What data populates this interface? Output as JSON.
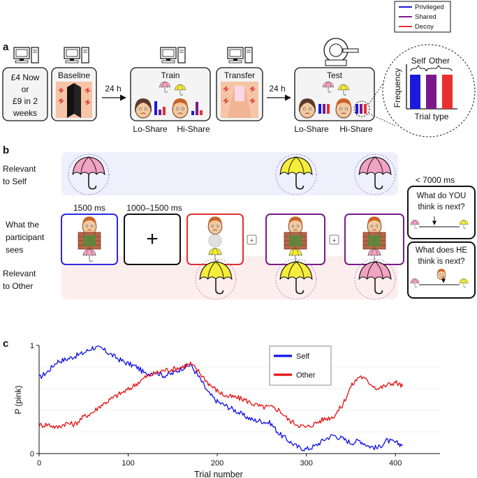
{
  "legend_top": {
    "items": [
      {
        "label": "Privileged",
        "color": "#1a1adc"
      },
      {
        "label": "Shared",
        "color": "#7a1a8a"
      },
      {
        "label": "Decoy",
        "color": "#e83030"
      }
    ]
  },
  "panel_a": {
    "letter": "a",
    "choice_text": [
      "£4 Now",
      "or",
      "£9 in 2",
      "weeks"
    ],
    "baseline": "Baseline",
    "delay1": "24 h",
    "train": "Train",
    "transfer": "Transfer",
    "delay2": "24 h",
    "test": "Test",
    "lo_share_1": "Lo-Share",
    "hi_share_1": "Hi-Share",
    "lo_share_2": "Lo-Share",
    "hi_share_2": "Hi-Share",
    "inset": {
      "ylabel": "Frequency",
      "xlabel": "Trial type",
      "self": "Self",
      "other": "Other"
    }
  },
  "panel_b": {
    "letter": "b",
    "row_self": [
      "Relevant",
      "to Self"
    ],
    "row_sees": [
      "What the",
      "participant",
      "sees"
    ],
    "row_other": [
      "Relevant",
      "to Other"
    ],
    "time1": "1500 ms",
    "time2": "1000–1500 ms",
    "time3": "< 7000 ms",
    "fixation": "+",
    "q_you": [
      "What do YOU",
      "think is next?"
    ],
    "q_he": [
      "What does HE",
      "think is next?"
    ]
  },
  "panel_c": {
    "letter": "c",
    "ylabel": "P (pink)",
    "xlabel": "Trial number",
    "colors": {
      "self": "#1010e8",
      "other": "#e81010"
    }
  },
  "chart_data": {
    "type": "line",
    "xlabel": "Trial number",
    "ylabel": "P (pink)",
    "xlim": [
      0,
      450
    ],
    "ylim": [
      0,
      1
    ],
    "xticks": [
      0,
      100,
      200,
      300,
      400
    ],
    "yticks": [
      0,
      1
    ],
    "legend": "top-center",
    "series": [
      {
        "name": "Self",
        "color": "#1010e8",
        "x": [
          0,
          10,
          20,
          30,
          40,
          50,
          60,
          70,
          80,
          90,
          100,
          110,
          120,
          130,
          140,
          150,
          160,
          170,
          180,
          190,
          200,
          210,
          220,
          230,
          240,
          250,
          260,
          270,
          280,
          290,
          300,
          310,
          320,
          330,
          340,
          350,
          360,
          370,
          380,
          390,
          400,
          408
        ],
        "y": [
          0.7,
          0.76,
          0.85,
          0.87,
          0.9,
          0.93,
          0.98,
          0.97,
          0.92,
          0.87,
          0.83,
          0.8,
          0.73,
          0.76,
          0.72,
          0.74,
          0.79,
          0.82,
          0.7,
          0.56,
          0.48,
          0.44,
          0.4,
          0.35,
          0.31,
          0.3,
          0.28,
          0.18,
          0.12,
          0.06,
          0.04,
          0.07,
          0.13,
          0.17,
          0.14,
          0.1,
          0.12,
          0.07,
          0.05,
          0.12,
          0.1,
          0.08
        ]
      },
      {
        "name": "Other",
        "color": "#e81010",
        "x": [
          0,
          10,
          20,
          30,
          40,
          50,
          60,
          70,
          80,
          90,
          100,
          110,
          120,
          130,
          140,
          150,
          160,
          170,
          180,
          190,
          200,
          210,
          220,
          230,
          240,
          250,
          260,
          270,
          280,
          290,
          300,
          310,
          320,
          330,
          340,
          350,
          360,
          370,
          380,
          390,
          400,
          408
        ],
        "y": [
          0.26,
          0.27,
          0.24,
          0.28,
          0.27,
          0.34,
          0.38,
          0.45,
          0.5,
          0.55,
          0.59,
          0.65,
          0.71,
          0.74,
          0.77,
          0.78,
          0.8,
          0.83,
          0.75,
          0.65,
          0.58,
          0.53,
          0.52,
          0.5,
          0.46,
          0.43,
          0.43,
          0.4,
          0.31,
          0.27,
          0.24,
          0.28,
          0.32,
          0.34,
          0.44,
          0.62,
          0.72,
          0.66,
          0.6,
          0.63,
          0.66,
          0.62
        ]
      }
    ]
  }
}
